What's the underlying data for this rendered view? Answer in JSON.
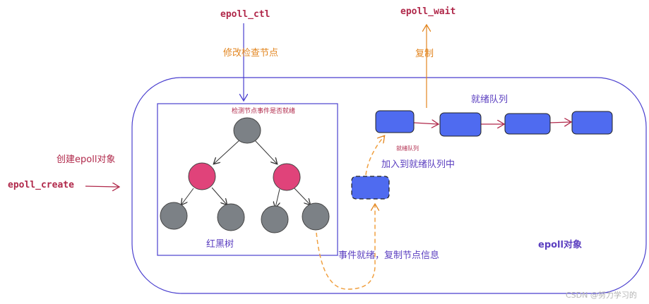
{
  "labels": {
    "epoll_ctl": "epoll_ctl",
    "modify_check_node": "修改检查节点",
    "epoll_wait": "epoll_wait",
    "copy": "复制",
    "create_epoll_object": "创建epoll对象",
    "epoll_create": "epoll_create",
    "check_node_event_ready": "检测节点事件是否就绪",
    "red_black_tree": "红黑树",
    "ready_queue_title": "就绪队列",
    "ready_queue_small": "就绪队列",
    "add_to_ready_queue": "加入到就绪队列中",
    "event_ready_copy_info": "事件就绪，复制节点信息",
    "epoll_object": "epoll对象",
    "watermark": "CSDN @努力学习的"
  },
  "colors": {
    "crimson_label": "#b0284a",
    "orange_label": "#e2851f",
    "purple_label": "#5b3fc0",
    "container_border": "#4a3fcf",
    "tree_node_gray": "#7c8186",
    "tree_node_red": "#e0437a",
    "queue_node_blue": "#4f6bf0",
    "queue_arrow": "#b0284a",
    "dashed_path": "#f0a040"
  }
}
